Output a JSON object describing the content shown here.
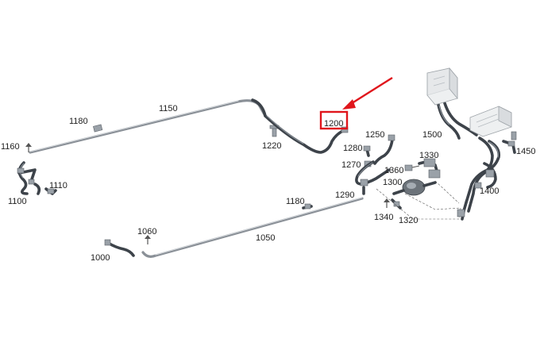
{
  "diagram": {
    "part_labels": [
      "1000",
      "1050",
      "1060",
      "1100",
      "1110",
      "1150",
      "1160",
      "1180",
      "1180",
      "1200",
      "1220",
      "1250",
      "1270",
      "1280",
      "1290",
      "1300",
      "1320",
      "1330",
      "1340",
      "1360",
      "1400",
      "1450",
      "1500"
    ],
    "highlight": {
      "target_label": "1200",
      "box_color": "#e0161c",
      "arrow_color": "#e0161c"
    },
    "colors": {
      "tube": "#8a9097",
      "hose": "#3d434a",
      "module": "#eef0f1"
    }
  }
}
